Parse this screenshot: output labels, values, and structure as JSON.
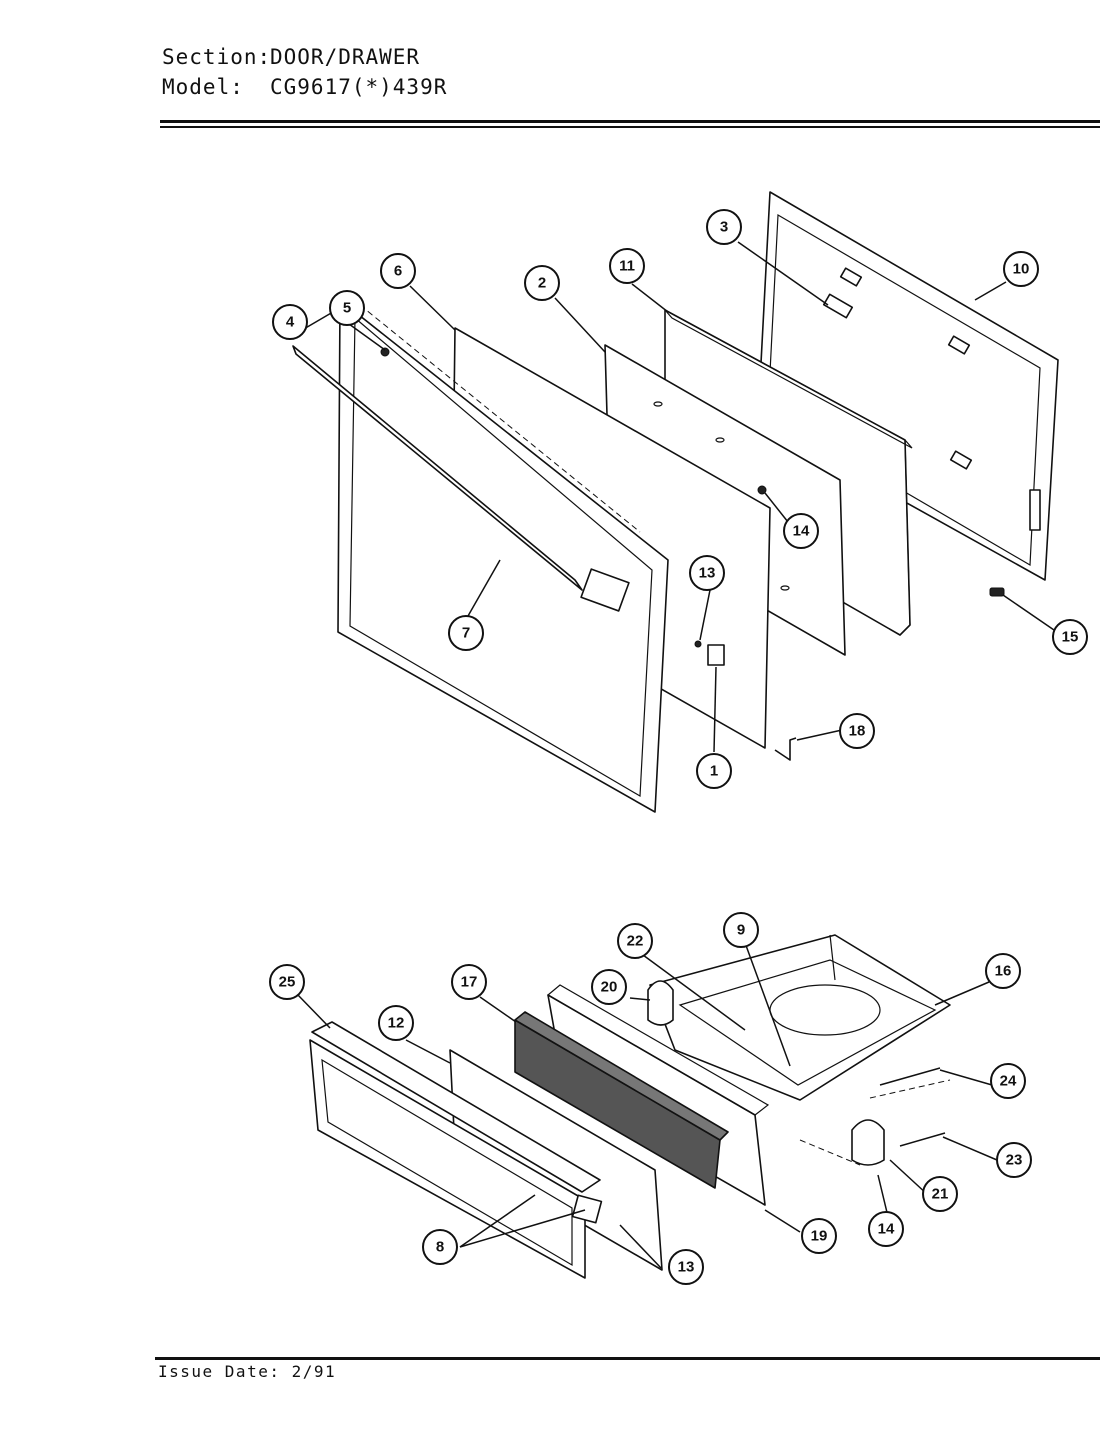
{
  "header": {
    "section_label": "Section:",
    "section_value": "DOOR/DRAWER",
    "model_label": "Model:",
    "model_value": "CG9617(*)439R"
  },
  "footer": {
    "issue_date": "Issue Date: 2/91"
  },
  "callouts": {
    "c1": "1",
    "c2": "2",
    "c3": "3",
    "c4": "4",
    "c5": "5",
    "c6": "6",
    "c7": "7",
    "c10": "10",
    "c11": "11",
    "c13a": "13",
    "c14a": "14",
    "c15": "15",
    "c18": "18",
    "c25": "25",
    "c12": "12",
    "c17": "17",
    "c20": "20",
    "c22": "22",
    "c9": "9",
    "c16": "16",
    "c24": "24",
    "c23": "23",
    "c21": "21",
    "c14b": "14",
    "c19": "19",
    "c13b": "13",
    "c8": "8"
  }
}
